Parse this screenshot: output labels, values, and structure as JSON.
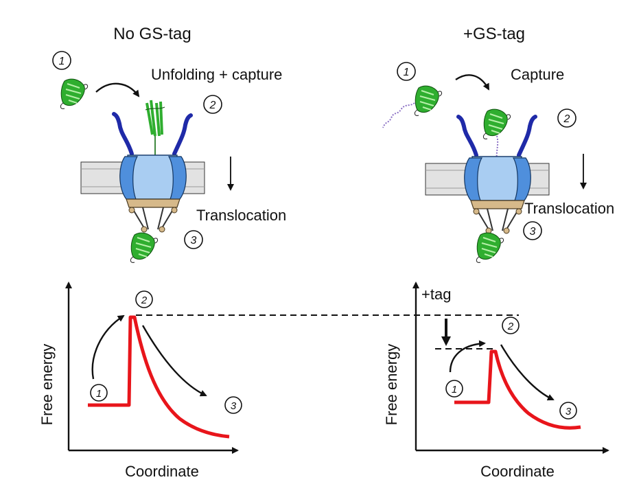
{
  "left_panel": {
    "title": "No GS-tag",
    "step_unfold_label": "Unfolding + capture",
    "translocation_label": "Translocation",
    "steps": [
      "1",
      "2",
      "3"
    ],
    "energy": {
      "ylabel": "Free energy",
      "xlabel": "Coordinate",
      "state_labels": [
        "1",
        "2",
        "3"
      ]
    }
  },
  "right_panel": {
    "title": "+GS-tag",
    "step_capture_label": "Capture",
    "translocation_label": "Translocation",
    "steps": [
      "1",
      "2",
      "3"
    ],
    "energy": {
      "ylabel": "Free energy",
      "xlabel": "Coordinate",
      "tag_label": "+tag",
      "state_labels": [
        "1",
        "2",
        "3"
      ]
    }
  },
  "colors": {
    "protein": "#2fae2f",
    "pore_blue": "#4f8fdc",
    "pore_light": "#a9cdf2",
    "linker": "#1f2aa8",
    "membrane": "#e2e2e2",
    "curve": "#e8151b",
    "tan": "#d6b98a",
    "tag": "#8a6fc4"
  }
}
